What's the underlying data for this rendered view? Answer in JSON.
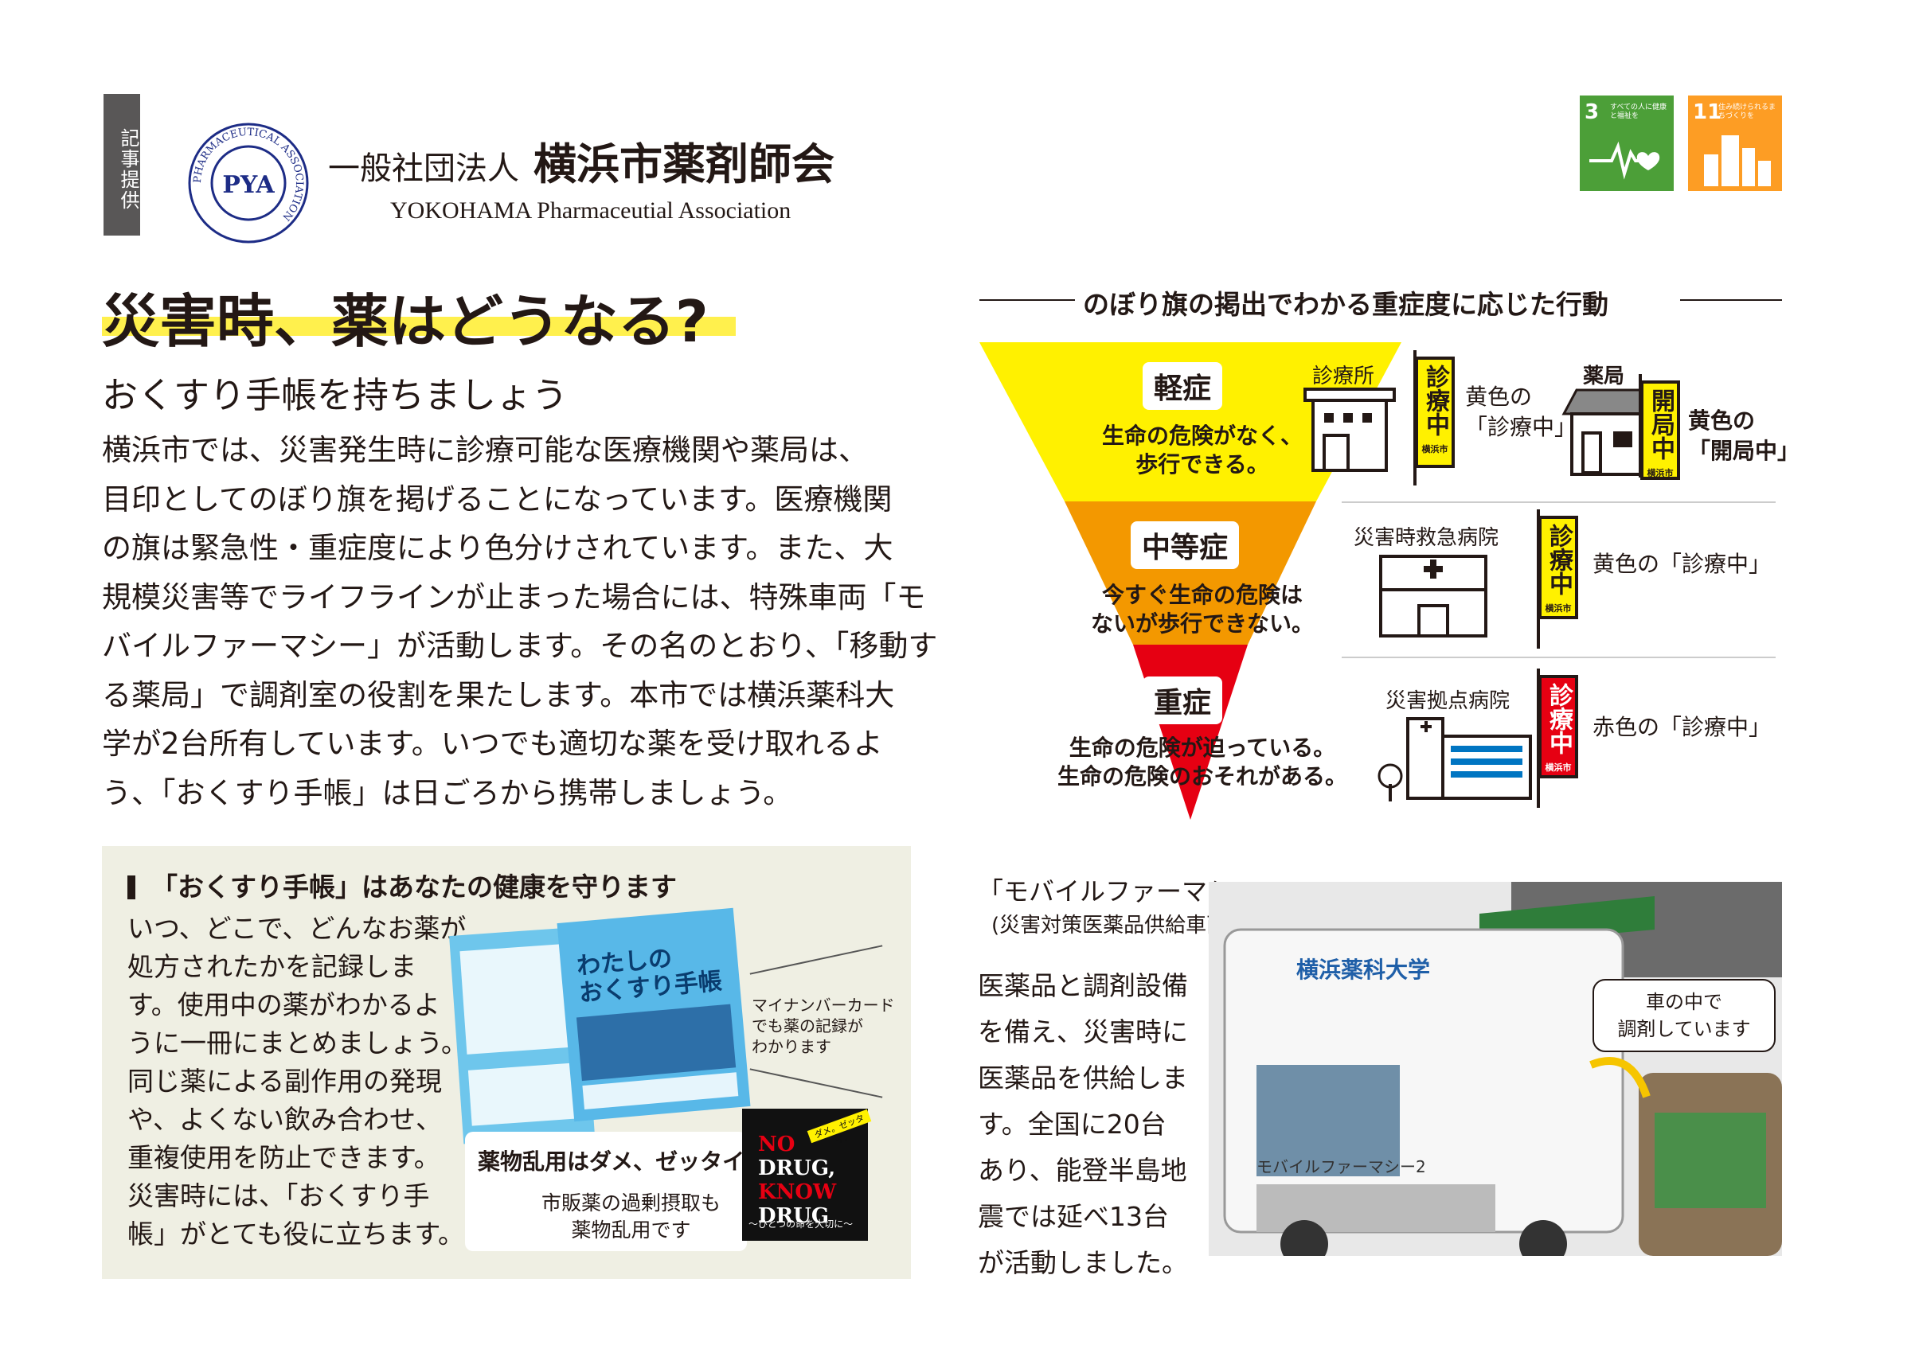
{
  "header": {
    "vertical_tag": "記事提供",
    "org_prefix": "一般社団法人",
    "org_name": "横浜市薬剤師会",
    "org_en": "YOKOHAMA  Pharmaceutial Association",
    "logo_ring_text": "PHARMACEUTICAL ASSOCIATION",
    "logo_mono": "PYA",
    "sdgs": [
      {
        "num": "3",
        "label": "すべての人に健康と福祉を",
        "color": "#4c9f38"
      },
      {
        "num": "11",
        "label": "住み続けられるまちづくりを",
        "color": "#fd9d24"
      }
    ]
  },
  "article": {
    "headline": "災害時、薬はどうなる?",
    "subhead": "おくすり手帳を持ちましょう",
    "body_lines": [
      "横浜市では、災害発生時に診療可能な医療機関や薬局は、",
      "目印としてのぼり旗を掲げることになっています。医療機関",
      "の旗は緊急性・重症度により色分けされています。また、大",
      "規模災害等でライフラインが止まった場合には、特殊車両「モ",
      "バイルファーマシー」が活動します。その名のとおり、「移動す",
      "る薬局」で調剤室の役割を果たします。本市では横浜薬科大",
      "学が2台所有しています。いつでも適切な薬を受け取れるよ",
      "う、「おくすり手帳」は日ごろから携帯しましょう。"
    ]
  },
  "box": {
    "title": "「おくすり手帳」はあなたの健康を守ります",
    "lines": [
      "いつ、どこで、どんなお薬が",
      "処方されたかを記録しま",
      "す。使用中の薬がわかるよ",
      "うに一冊にまとめましょう。",
      "同じ薬による副作用の発現",
      "や、よくない飲み合わせ、",
      "重複使用を防止できます。",
      "災害時には、「おくすり手",
      "帳」がとても役に立ちます。"
    ],
    "techo_title": "わたしの\nおくすり手帳",
    "mynumber_note": "マイナンバーカード\nでも薬の記録が\nわかります",
    "drug_title": "薬物乱用はダメ、ゼッタイ",
    "drug_sub": "市販薬の過剰摂取も\n薬物乱用です",
    "nodrug": {
      "line1": "NO",
      "line2": "DRUG,",
      "line3": "KNOW",
      "line4": "DRUG",
      "caption": "～ひとつの命を大切に～",
      "sash": "ダメ。ゼッタイ。"
    }
  },
  "severity": {
    "heading": "のぼり旗の掲出でわかる重症度に応じた行動",
    "levels": [
      {
        "name": "軽症",
        "desc": "生命の危険がなく、\n歩行できる。",
        "color": "#fff100"
      },
      {
        "name": "中等症",
        "desc": "今すぐ生命の危険は\nないが歩行できない。",
        "color": "#f39800"
      },
      {
        "name": "重症",
        "desc": "生命の危険が迫っている。\n生命の危険のおそれがある。",
        "color": "#e60012"
      }
    ],
    "clinic_label": "診療所",
    "pharmacy_label": "薬局",
    "flag_text": "診療中",
    "flag_open": "開局中",
    "flag_city": "横浜市",
    "clinic_flag_note": "黄色の\n「診療中」",
    "pharmacy_flag_note": "黄色の\n「開局中」",
    "er_label": "災害時救急病院",
    "er_flag_note": "黄色の「診療中」",
    "base_label": "災害拠点病院",
    "base_flag_note": "赤色の「診療中」"
  },
  "mobile": {
    "title": "「モバイルファーマシー」",
    "subtitle": "(災害対策医薬品供給車両)",
    "lines": [
      "医薬品と調剤設備",
      "を備え、災害時に",
      "医薬品を供給しま",
      "す。全国に20台",
      "あり、能登半島地",
      "震では延べ13台",
      "が活動しました。"
    ],
    "bubble": "車の中で\n調剤しています",
    "truck_side_text": "横浜薬科大学",
    "truck_front_text": "モバイルファーマシー2"
  }
}
